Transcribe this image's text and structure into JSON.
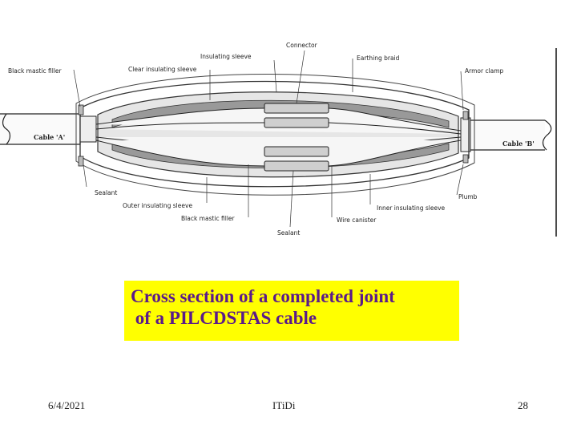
{
  "diagram": {
    "labels": {
      "connector": "Connector",
      "insulating_sleeve": "Insulating sleeve",
      "earthing_braid": "Earthing braid",
      "black_mastic_filler_top": "Black mastic filler",
      "clear_insulating_sleeve": "Clear insulating sleeve",
      "armor_clamp": "Armor clamp",
      "cable_a": "Cable 'A'",
      "cable_b": "Cable 'B'",
      "sealant_left": "Sealant",
      "outer_insulating_sleeve": "Outer insulating sleeve",
      "black_mastic_filler_bottom": "Black mastic filler",
      "inner_insulating_sleeve": "Inner insulating sleeve",
      "plumb": "Plumb",
      "wire_canister": "Wire canister",
      "sealant_bottom": "Sealant"
    }
  },
  "caption": {
    "line1": "Cross section of a completed joint",
    "line2": " of a PILCDSTAS cable"
  },
  "footer": {
    "date": "6/4/2021",
    "center": "ITiDi",
    "page": "28"
  }
}
